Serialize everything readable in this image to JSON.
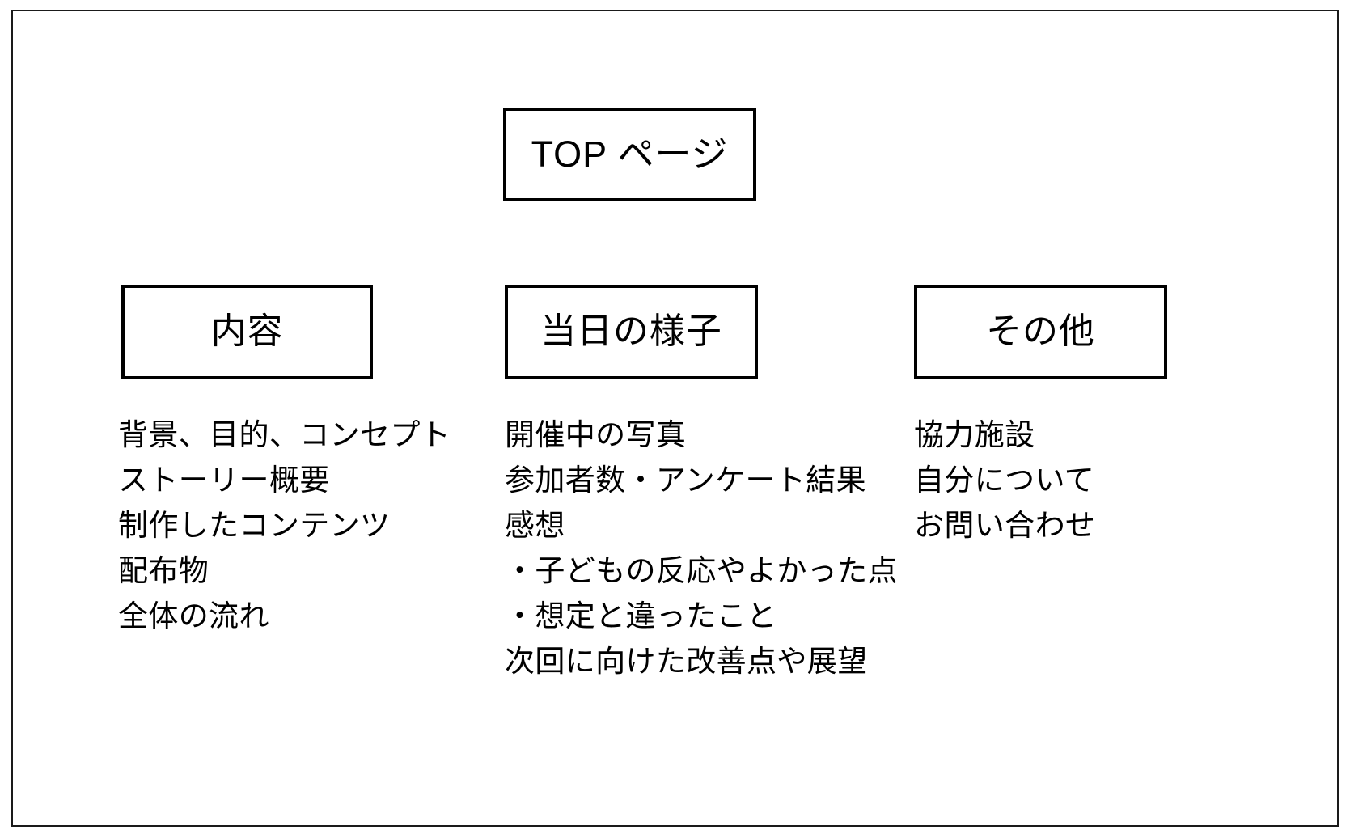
{
  "diagram": {
    "title_node": {
      "label": "TOP ページ"
    },
    "columns": [
      {
        "heading": "内容",
        "items": [
          "背景、目的、コンセプト",
          "ストーリー概要",
          "制作したコンテンツ",
          "配布物",
          "全体の流れ"
        ]
      },
      {
        "heading": "当日の様子",
        "items": [
          "開催中の写真",
          "参加者数・アンケート結果",
          "感想",
          "・子どもの反応やよかった点",
          "・想定と違ったこと",
          "次回に向けた改善点や展望"
        ]
      },
      {
        "heading": "その他",
        "items": [
          "協力施設",
          "自分について",
          "お問い合わせ"
        ]
      }
    ],
    "colors": {
      "box_border": "#000000",
      "slide_border": "#1a1a1a",
      "text": "#000000",
      "background": "#ffffff"
    }
  }
}
